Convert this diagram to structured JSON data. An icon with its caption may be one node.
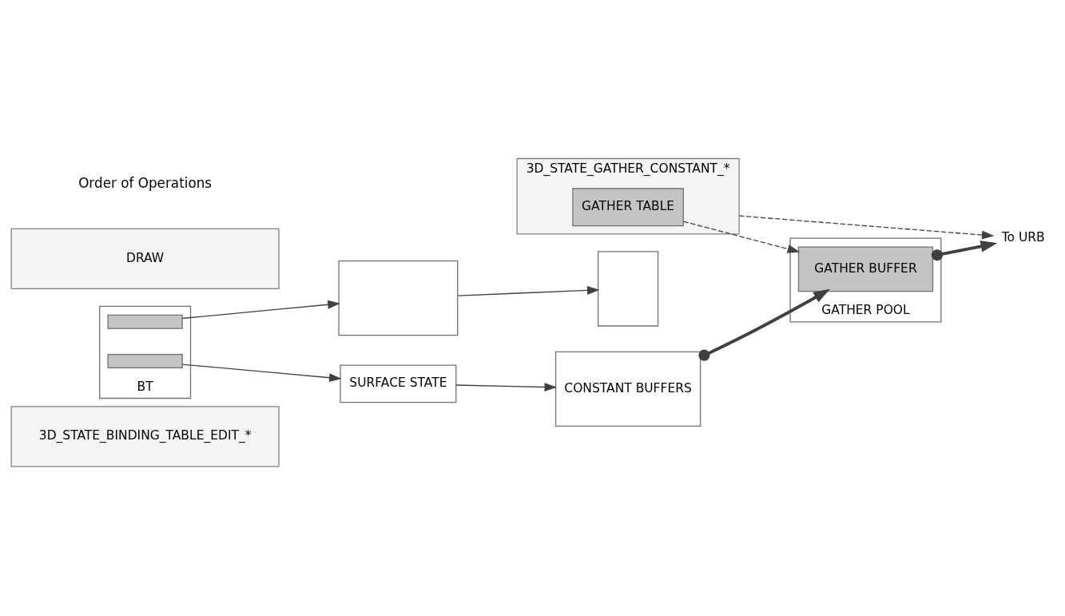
{
  "diagram": {
    "nodes": [
      {
        "text": [
          "3D_STATE_BINDING_TABLE_EDIT_*"
        ]
      },
      {
        "text": [
          "3D_STATE_GATHER_CONSTANT_*"
        ]
      },
      {
        "text": [
          "GATHER TABLE"
        ],
        "in": 1
      },
      {
        "text": [
          "To URB"
        ]
      },
      {
        "text": [
          "GATHER POOL"
        ]
      },
      {
        "text": [
          "GATHER BUFFER"
        ],
        "in": 4
      },
      {
        "text": [
          "DRAW"
        ]
      },
      {
        "text": [
          "BT"
        ]
      },
      {
        "text": [],
        "shape": "bar",
        "in": 7
      },
      {
        "text": [],
        "shape": "bar",
        "in": 7
      },
      {
        "text": [],
        "shape": "box"
      },
      {
        "text": [
          "SURFACE STATE"
        ]
      },
      {
        "text": [],
        "shape": "box"
      },
      {
        "text": [
          "CONSTANT BUFFERS"
        ]
      }
    ],
    "edges": [
      {
        "from": 1,
        "to": 3,
        "arrow": "to",
        "style": "dashed"
      },
      {
        "from": 2,
        "to": 5,
        "arrow": "to",
        "style": "dashed"
      },
      {
        "from": 13,
        "to": 5,
        "arrow": "to",
        "style": "thick"
      },
      {
        "from": 5,
        "to": 3,
        "arrow": "to",
        "style": "thick"
      },
      {
        "from": 8,
        "to": 10,
        "arrow": "to"
      },
      {
        "from": 9,
        "to": 11,
        "arrow": "to"
      },
      {
        "from": 10,
        "to": 12,
        "arrow": "to"
      },
      {
        "from": 11,
        "to": 13,
        "arrow": "to"
      }
    ],
    "labels": [
      "Order of Operations"
    ]
  }
}
